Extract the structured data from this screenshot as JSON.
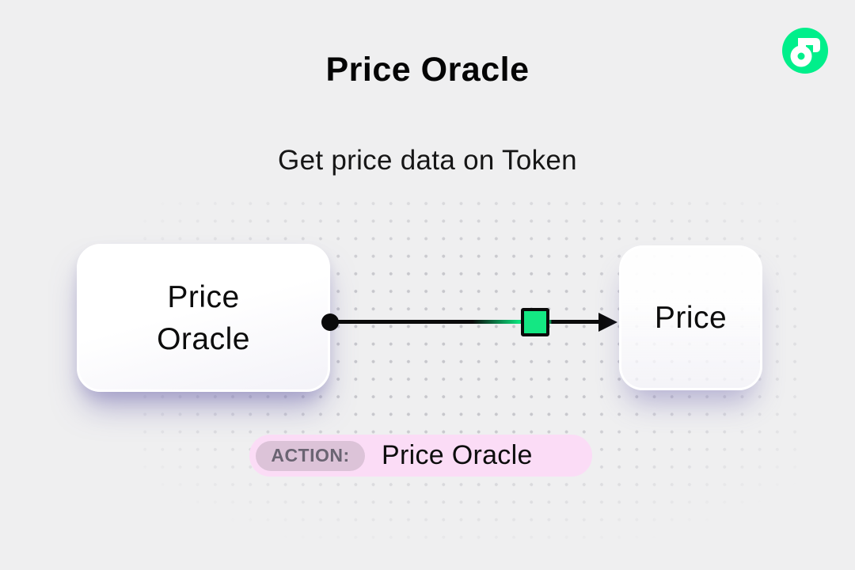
{
  "colors": {
    "background": "#efeff0",
    "flow_green": "#00EF8B",
    "marker_green": "#14E783",
    "arrow_black": "#0a0a0a",
    "badge_bg": "#fbdcf6",
    "badge_label_bg": "#dcc3d8",
    "badge_label_text": "#6a6472"
  },
  "header": {
    "title": "Price Oracle",
    "subtitle": "Get price data on Token"
  },
  "logo": {
    "name": "flow-logo"
  },
  "diagram": {
    "source_node": {
      "label": "Price\nOracle"
    },
    "target_node": {
      "label": "Price"
    },
    "connector": {
      "marker": "green-square",
      "start": "dot",
      "end": "arrowhead"
    }
  },
  "action_badge": {
    "label": "ACTION:",
    "value": "Price Oracle"
  }
}
